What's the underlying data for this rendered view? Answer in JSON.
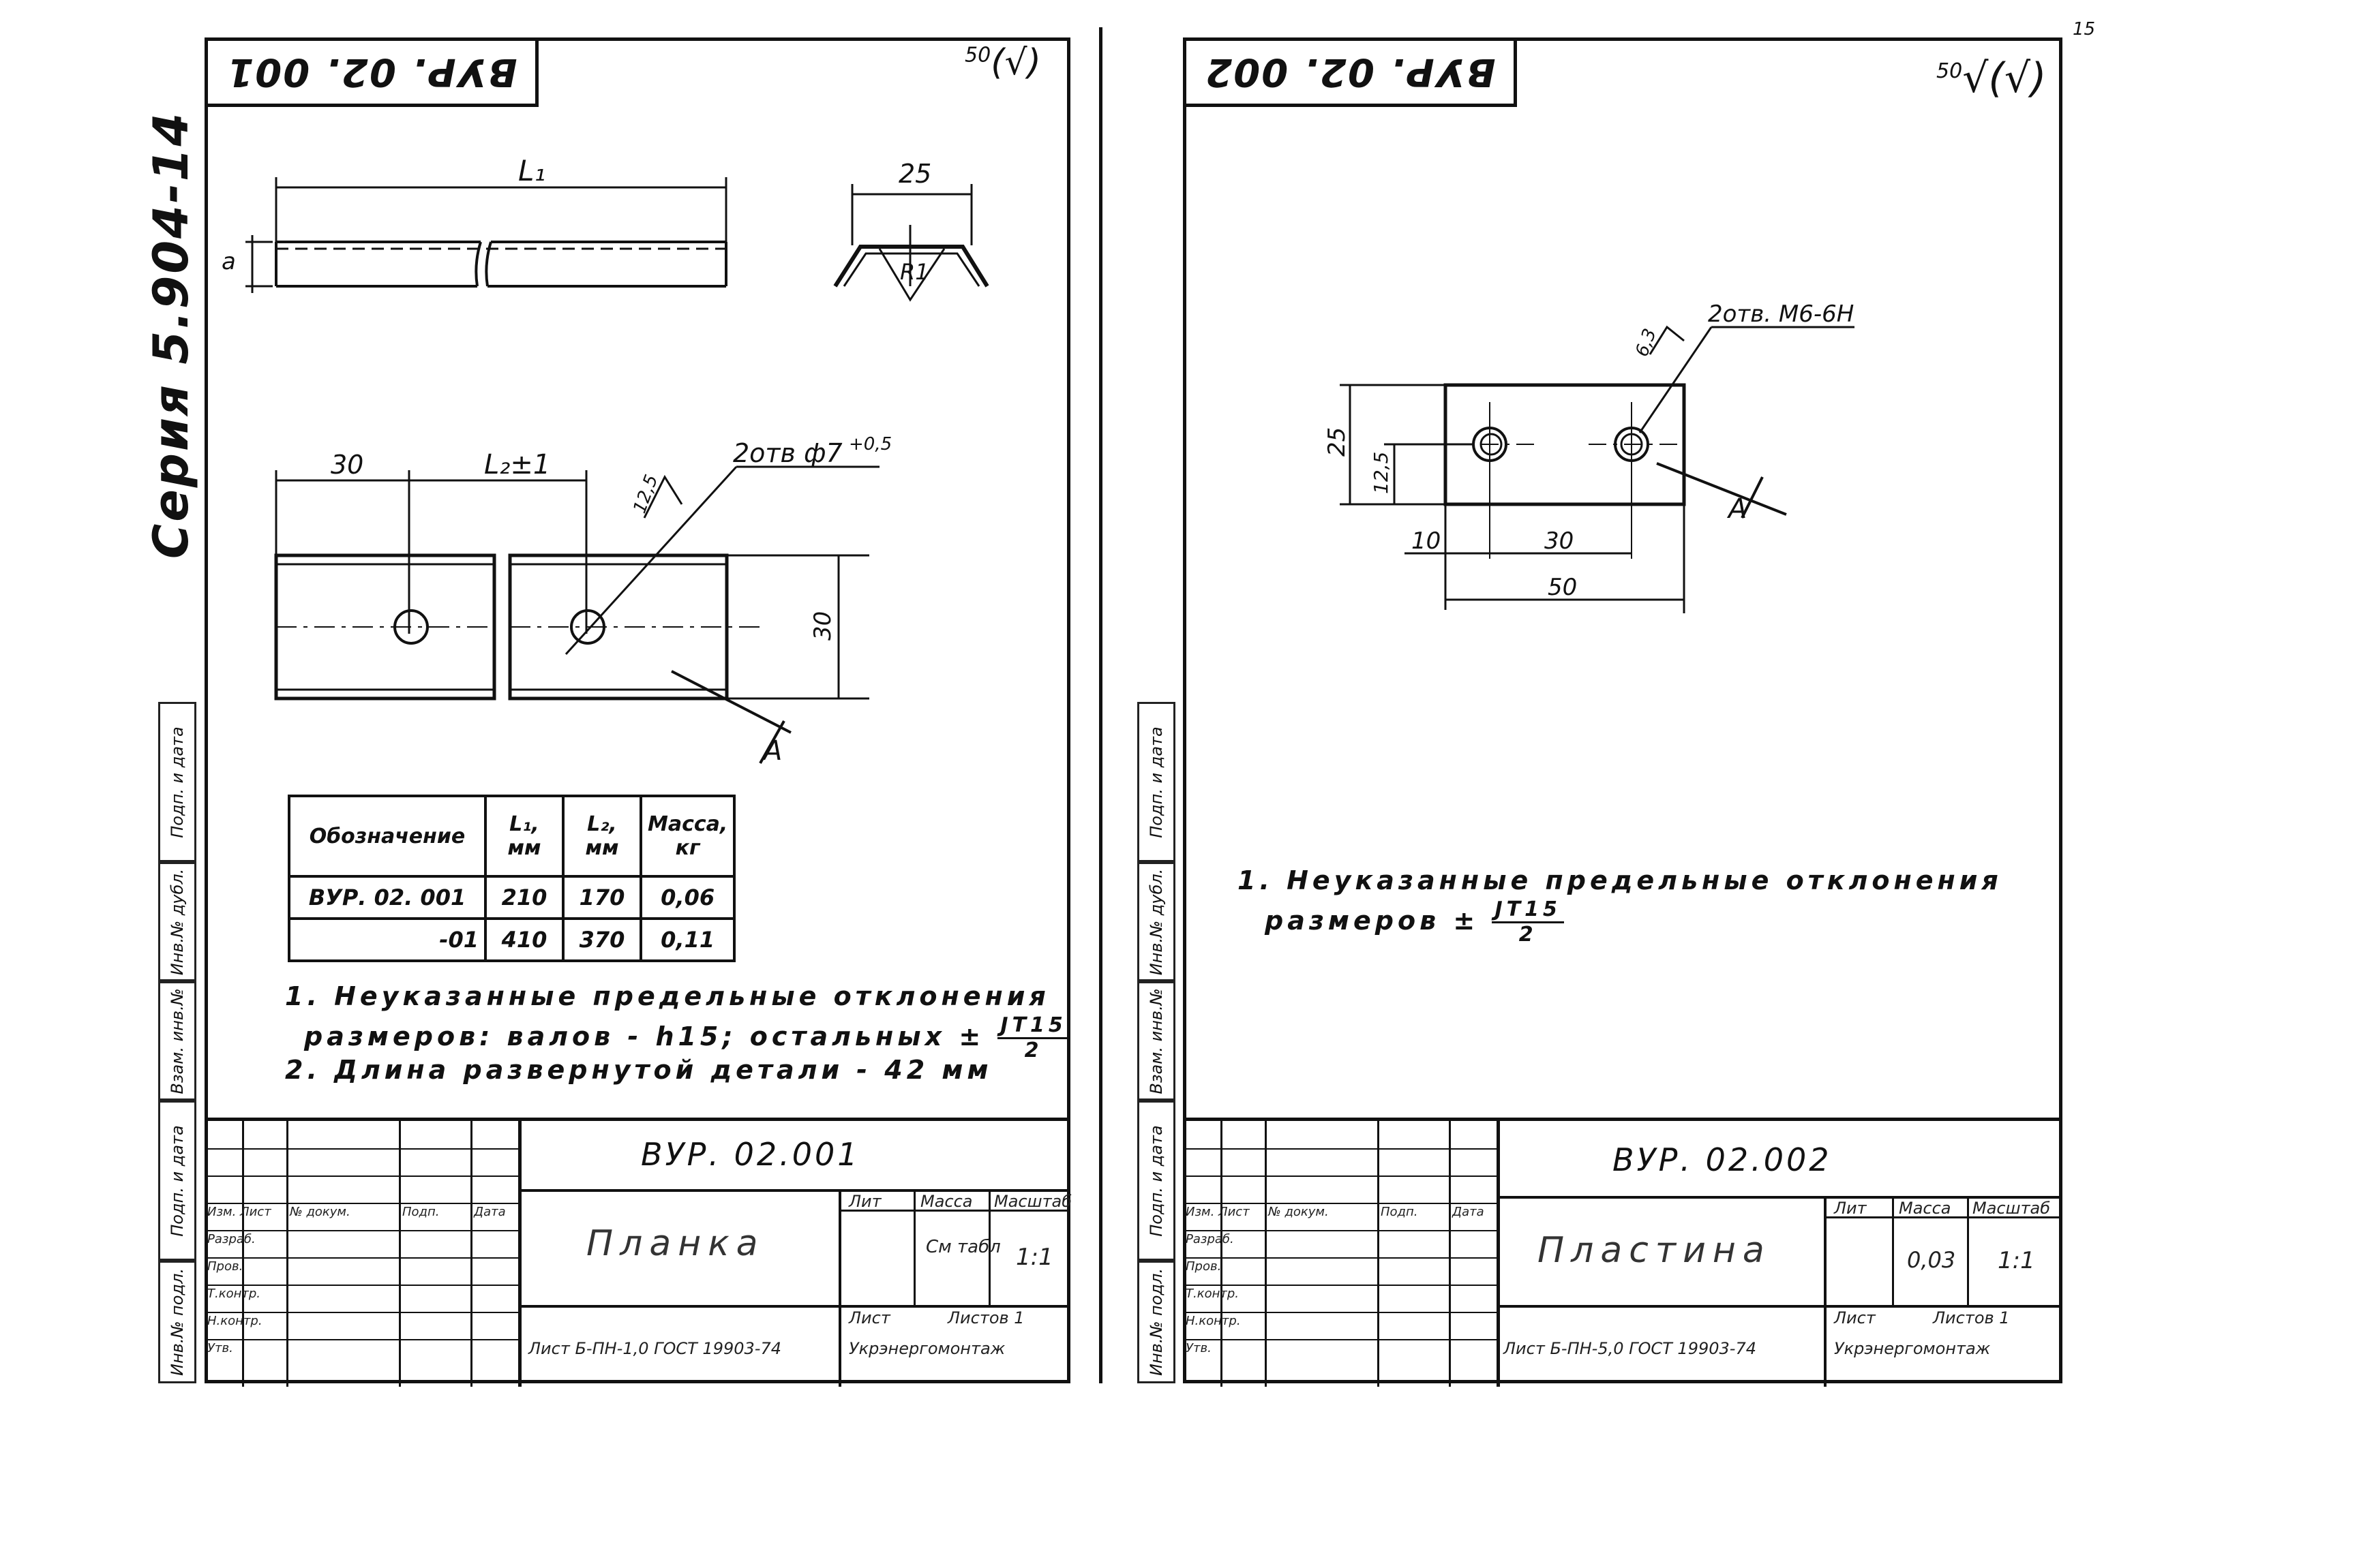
{
  "page_number": "15",
  "left": {
    "stamp_code": "ВУР. 02. 001",
    "roughness": "50",
    "roughness_paren": "(√)",
    "series_label": "Серия 5.904-14",
    "dims": {
      "L1": "L₁",
      "width25": "25",
      "thickness": "a",
      "radius": "R1",
      "d30": "30",
      "L2": "L₂±1",
      "hole_callout": "2отв ф7",
      "hole_tol": "+0,5",
      "rough_hole": "12,5",
      "height30": "30",
      "section": "A"
    },
    "table": {
      "headers": [
        "Обозначение",
        "L₁, мм",
        "L₂, мм",
        "Масса, кг"
      ],
      "rows": [
        [
          "ВУР. 02. 001",
          "210",
          "170",
          "0,06"
        ],
        [
          "-01",
          "410",
          "370",
          "0,11"
        ]
      ]
    },
    "notes": {
      "n1_a": "1. Неуказанные   предельные   отклонения",
      "n1_b": "размеров:   валов - h15;   остальных",
      "pm": "±",
      "frac_top": "JT15",
      "frac_bottom": "2",
      "n2": "2. Длина развернутой   детали - 42 мм"
    },
    "title_block": {
      "code": "ВУР. 02.001",
      "name": "Планка",
      "lit_label": "Лит",
      "mass_label": "Масса",
      "scale_label": "Масштаб",
      "mass_value": "См табл",
      "scale_value": "1:1",
      "sheet_label": "Лист",
      "sheets_label": "Листов 1",
      "material": "Лист  Б-ПН-1,0 ГОСТ 19903-74",
      "institute": "Укрэнергомонтаж"
    },
    "side_labels": [
      "Подп. и дата",
      "Инв.№ дубл.",
      "Взам. инв.№",
      "Подп. и дата",
      "Инв.№ подл."
    ]
  },
  "right": {
    "stamp_code": "ВУР. 02. 002",
    "roughness": "50",
    "roughness_paren": "(√)",
    "dims": {
      "thread": "2отв. М6-6Н",
      "rough": "6,3",
      "h25": "25",
      "h125": "12,5",
      "d10": "10",
      "d30": "30",
      "d50": "50",
      "section": "A"
    },
    "notes": {
      "n1_a": "1. Неуказанные    предельные    отклонения",
      "n1_b": "размеров",
      "pm": "±",
      "frac_top": "JT15",
      "frac_bottom": "2"
    },
    "title_block": {
      "code": "ВУР. 02.002",
      "name": "Пластина",
      "lit_label": "Лит",
      "mass_label": "Масса",
      "scale_label": "Масштаб",
      "mass_value": "0,03",
      "scale_value": "1:1",
      "sheet_label": "Лист",
      "sheets_label": "Листов 1",
      "material": "Лист  Б-ПН-5,0 ГОСТ 19903-74",
      "institute": "Укрэнергомонтаж"
    },
    "side_labels": [
      "Подп. и дата",
      "Инв.№ дубл.",
      "Взам. инв.№",
      "Подп. и дата",
      "Инв.№ подл."
    ]
  },
  "staff_rows": [
    "Изм. Лист",
    "№ докум.",
    "Подп.",
    "Дата",
    "Разраб.",
    "Пров.",
    "Т.контр.",
    "Н.контр.",
    "Утв."
  ]
}
